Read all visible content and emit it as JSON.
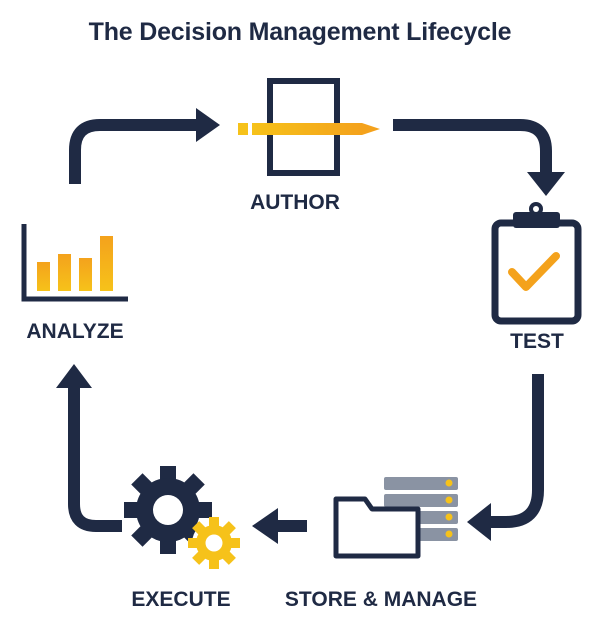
{
  "title": "The Decision Management Lifecycle",
  "stages": {
    "author": "AUTHOR",
    "test": "TEST",
    "store": "STORE & MANAGE",
    "execute": "EXECUTE",
    "analyze": "ANALYZE"
  },
  "colors": {
    "navy": "#1f2a44",
    "yellow": "#f6c21a",
    "orange": "#f4a21c",
    "gray": "#8a93a3"
  },
  "icons": [
    "document-pen-icon",
    "clipboard-check-icon",
    "server-folder-icon",
    "gears-icon",
    "bar-chart-icon"
  ]
}
